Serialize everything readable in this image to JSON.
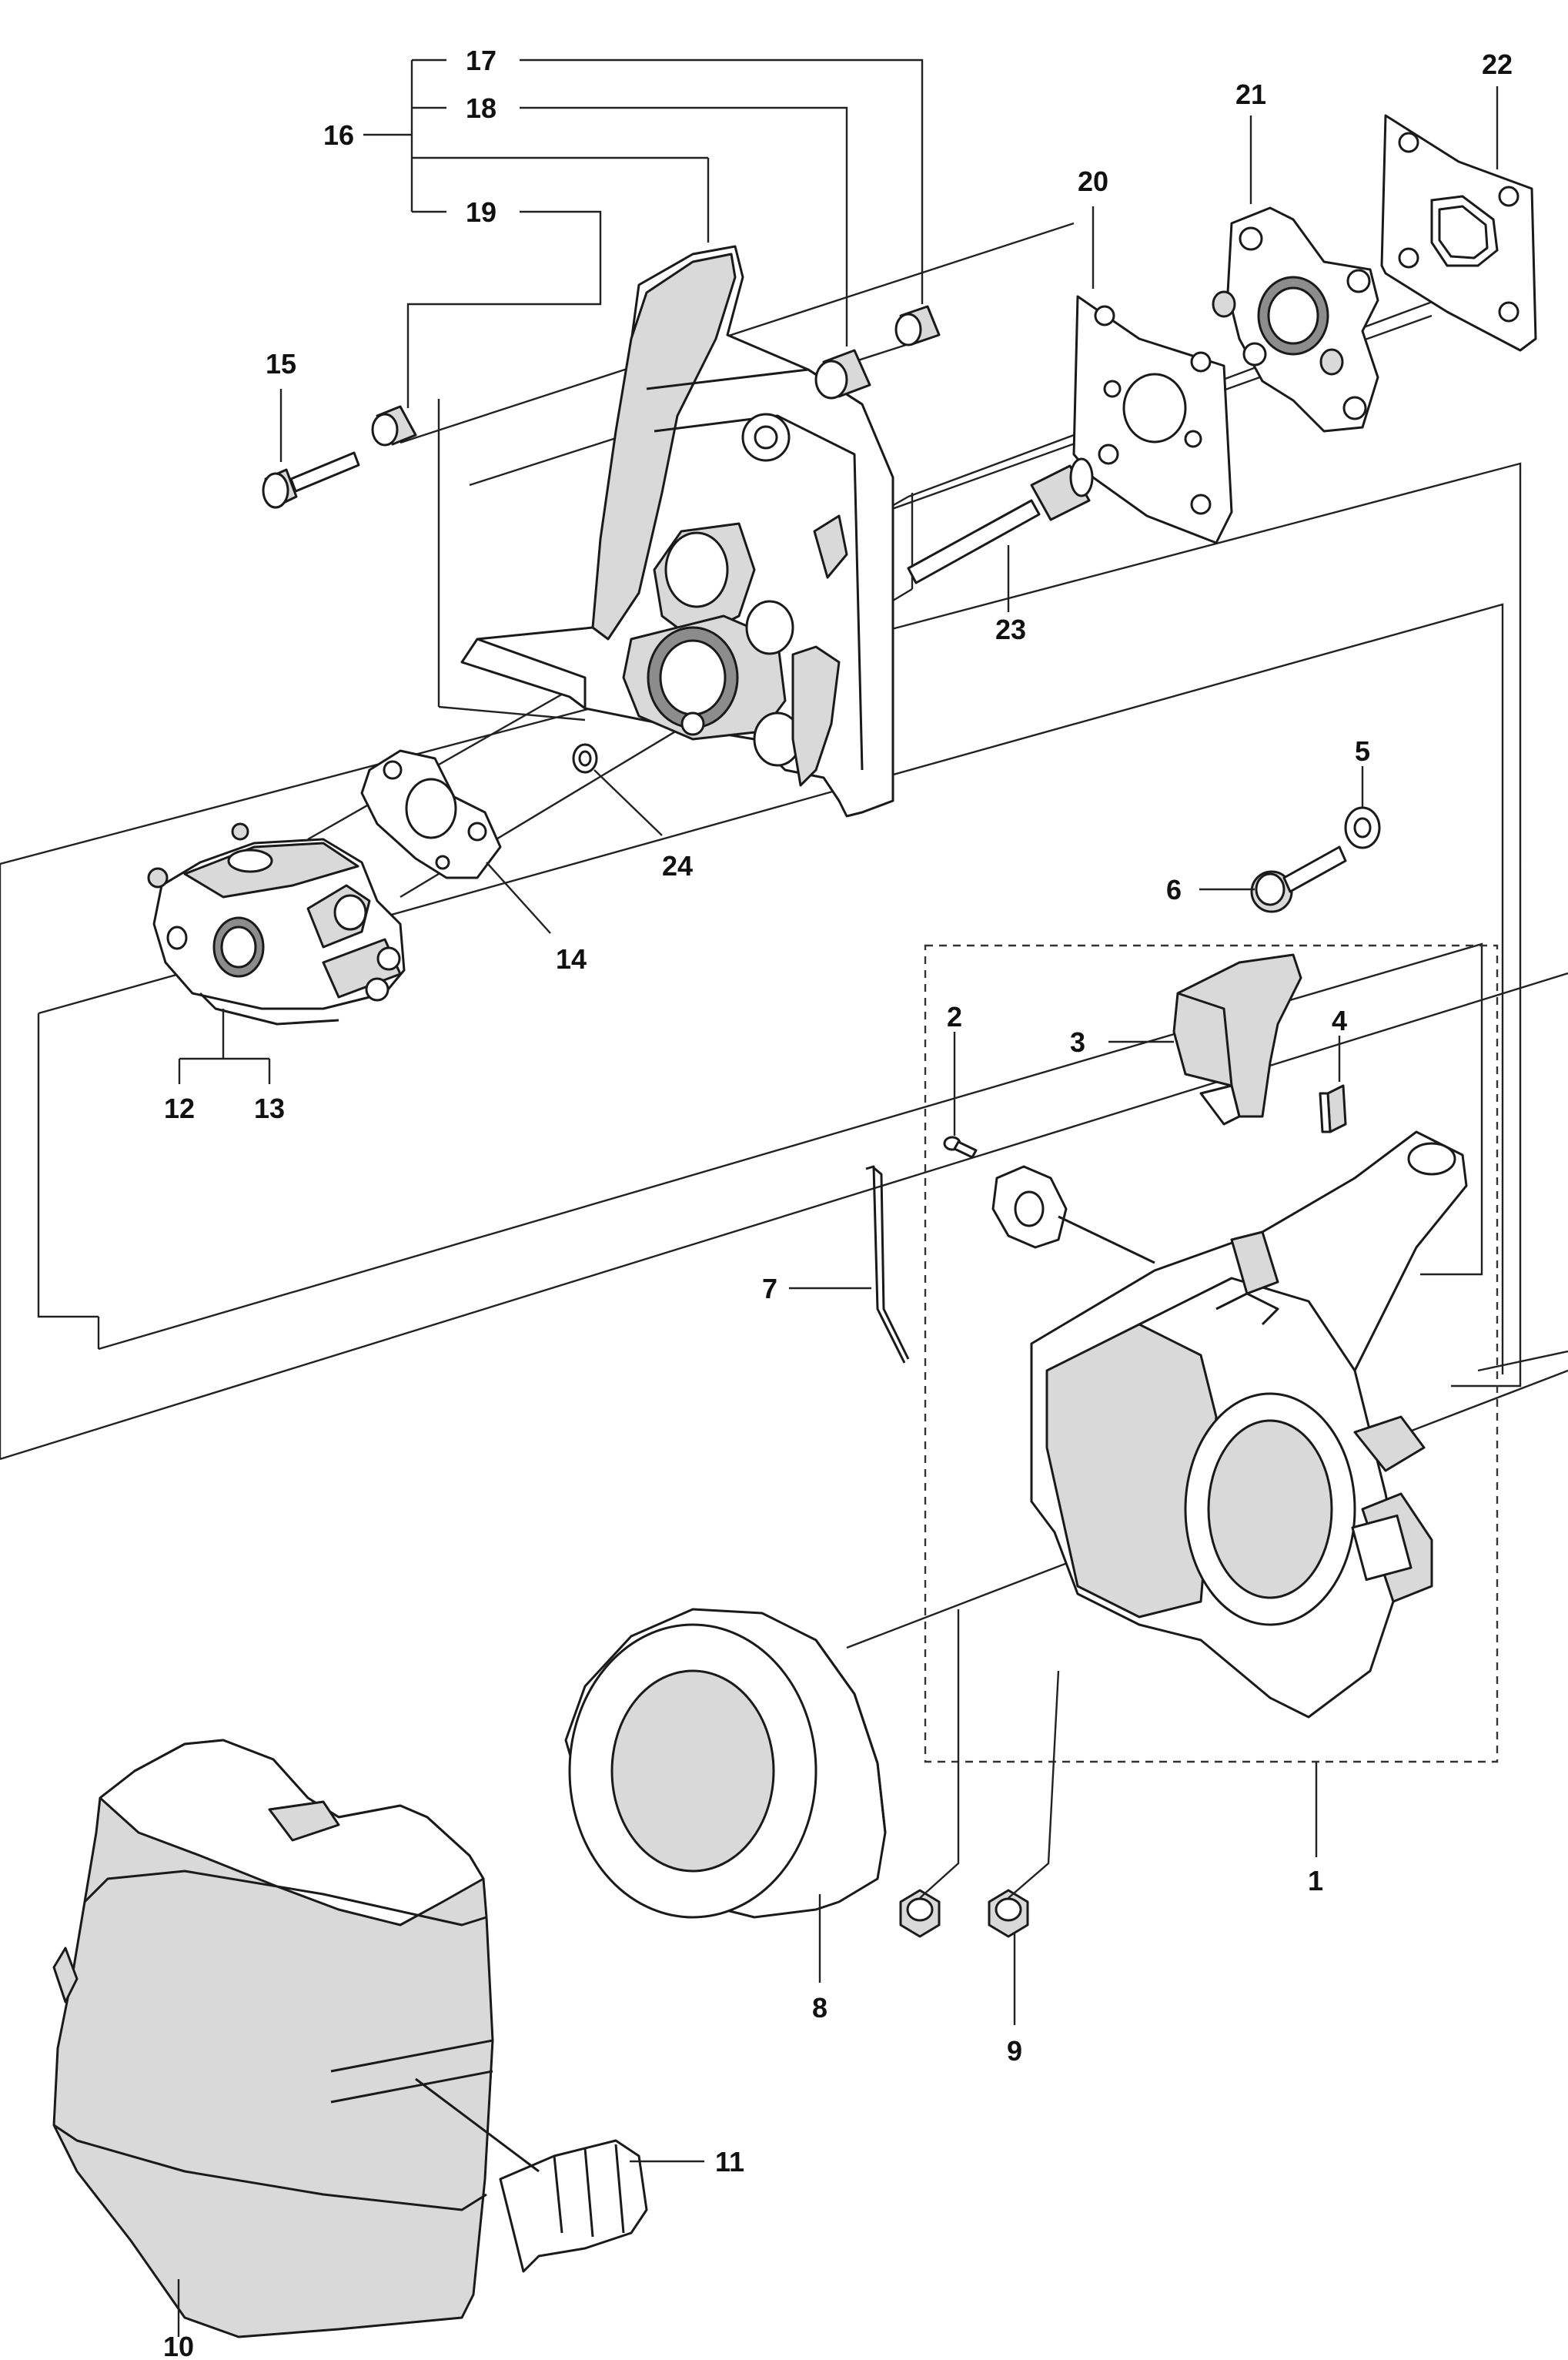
{
  "labels": {
    "p1": "1",
    "p2": "2",
    "p3": "3",
    "p4": "4",
    "p5": "5",
    "p6": "6",
    "p7": "7",
    "p8": "8",
    "p9": "9",
    "p10": "10",
    "p11": "11",
    "p12": "12",
    "p13": "13",
    "p14": "14",
    "p15": "15",
    "p16": "16",
    "p17": "17",
    "p18": "18",
    "p19": "19",
    "p20": "20",
    "p21": "21",
    "p22": "22",
    "p23": "23",
    "p24": "24"
  }
}
